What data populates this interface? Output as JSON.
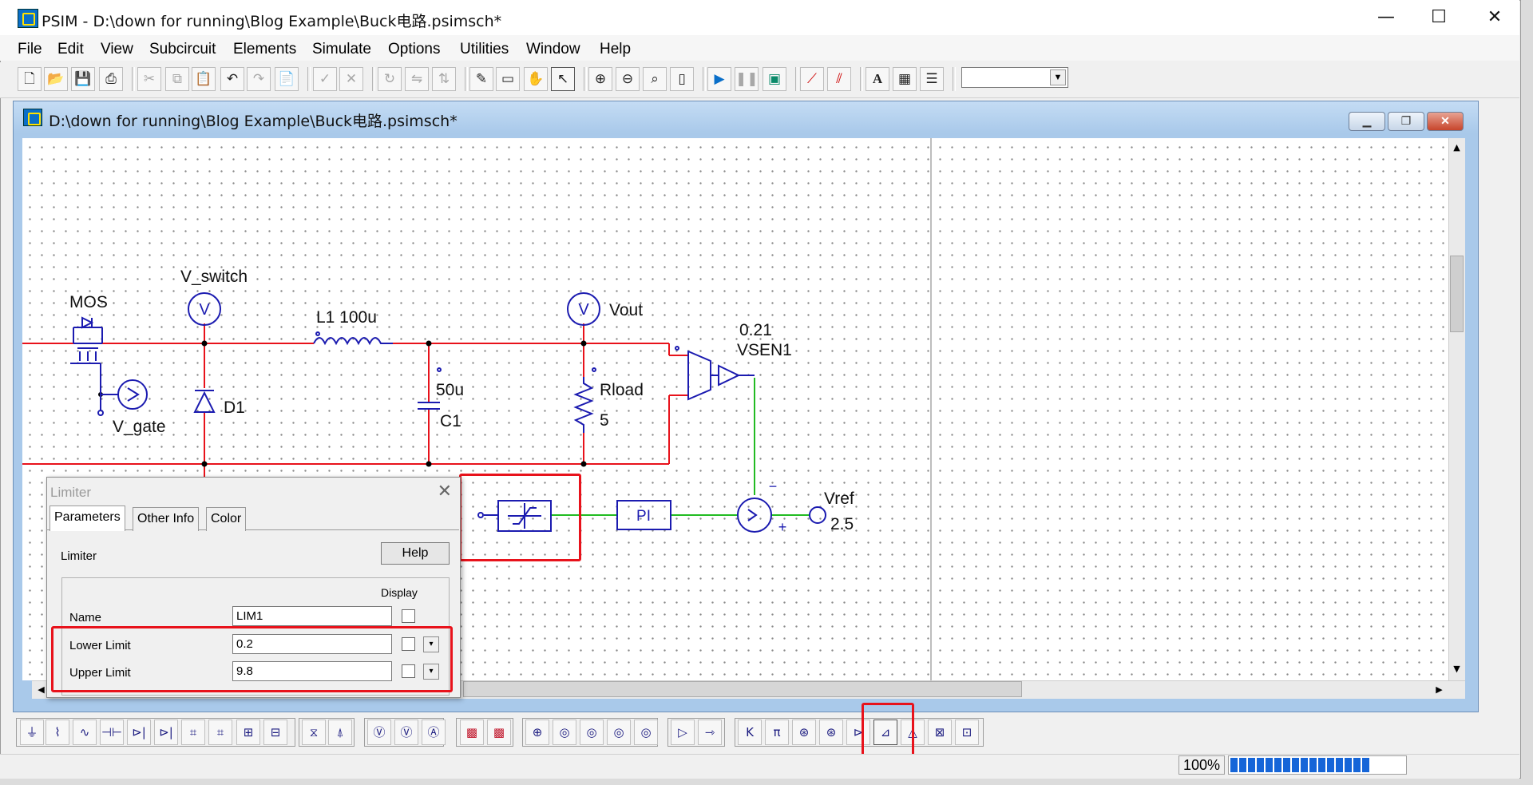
{
  "window": {
    "title": "PSIM - D:\\down for running\\Blog Example\\Buck电路.psimsch*",
    "minimize": "—",
    "maximize": "☐",
    "close": "✕"
  },
  "menu": [
    "File",
    "Edit",
    "View",
    "Subcircuit",
    "Elements",
    "Simulate",
    "Options",
    "Utilities",
    "Window",
    "Help"
  ],
  "document": {
    "title": "D:\\down for running\\Blog Example\\Buck电路.psimsch*"
  },
  "schematic": {
    "mos_label": "MOS",
    "vswitch_label": "V_switch",
    "vgate_label": "V_gate",
    "diode_label": "D1",
    "inductor_label": "L1 100u",
    "cap_value": "50u",
    "cap_label": "C1",
    "vout_label": "Vout",
    "rload_label": "Rload",
    "rload_value": "5",
    "vsen_gain": "0.21",
    "vsen_label": "VSEN1",
    "vref_label": "Vref",
    "vref_value": "2.5",
    "pi_label": "PI",
    "voltmeter_symbol": "V",
    "wire_color": "#e8121b",
    "control_wire_color": "#22bb22",
    "element_color": "#1b1bb0"
  },
  "dialog": {
    "title": "Limiter",
    "close": "✕",
    "tabs": [
      "Parameters",
      "Other Info",
      "Color"
    ],
    "element_type": "Limiter",
    "help": "Help",
    "display_header": "Display",
    "rows": [
      {
        "label": "Name",
        "value": "LIM1"
      },
      {
        "label": "Lower Limit",
        "value": "0.2"
      },
      {
        "label": "Upper Limit",
        "value": "9.8"
      }
    ]
  },
  "status": {
    "zoom": "100%",
    "progress_fraction": 0.8
  },
  "highlight_color": "#e8121b"
}
